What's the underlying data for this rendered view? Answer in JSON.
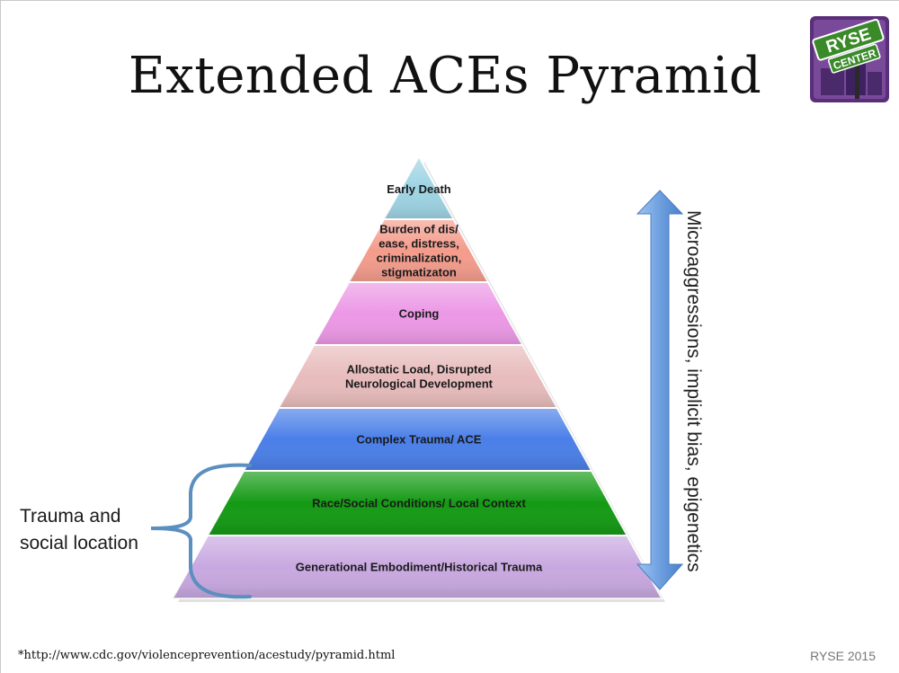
{
  "title": "Extended ACEs Pyramid",
  "logo": {
    "line1": "RYSE",
    "line2": "CENTER"
  },
  "pyramid": {
    "layers": [
      {
        "lines": [
          "Early Death"
        ],
        "fill": "#9ed4e4"
      },
      {
        "lines": [
          "Burden of dis/",
          "ease, distress,",
          "criminalization,",
          "stigmatizaton"
        ],
        "fill": "#f49c8c"
      },
      {
        "lines": [
          "Coping"
        ],
        "fill": "#ec98e6"
      },
      {
        "lines": [
          "Allostatic Load, Disrupted",
          "Neurological Development"
        ],
        "fill": "#e8bcbc"
      },
      {
        "lines": [
          "Complex Trauma/ ACE"
        ],
        "fill": "#4a7fe8"
      },
      {
        "lines": [
          "Race/Social Conditions/ Local Context"
        ],
        "fill": "#149a14"
      },
      {
        "lines": [
          "Generational Embodiment/Historical Trauma"
        ],
        "fill": "#c8a8e0"
      }
    ]
  },
  "side_label": "Microaggressions, implicit bias, epigenetics",
  "left_label": {
    "line1": "Trauma and",
    "line2": "social location"
  },
  "footer": {
    "url": "*http://www.cdc.gov/violenceprevention/acestudy/pyramid.html",
    "credit": "RYSE 2015"
  },
  "colors": {
    "arrow": "#6ea0e0",
    "brace": "#5b8fc0",
    "logo_green": "#3a8a2a",
    "logo_purple": "#6a3a8a"
  }
}
